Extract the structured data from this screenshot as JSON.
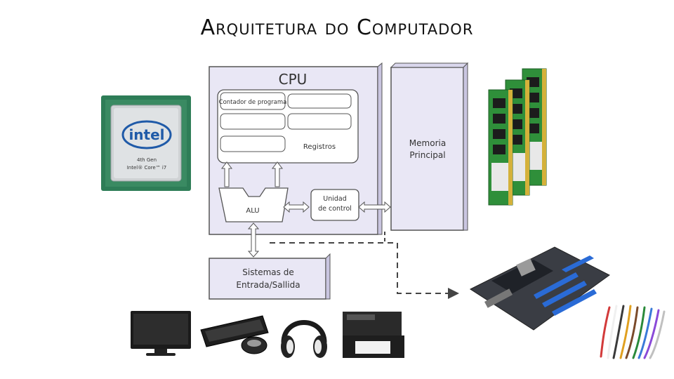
{
  "title": "Arquitetura do Computador",
  "cpu": {
    "label": "CPU",
    "program_counter": "Contador de programa",
    "registers": "Registros",
    "alu": "ALU",
    "control_unit": "Unidad de control"
  },
  "memory": {
    "label": "Memoria Principal"
  },
  "io": {
    "label": "Sistemas de Entrada/Sallida"
  },
  "chip": {
    "brand": "intel",
    "line1": "4th Gen",
    "line2": "Intel® Core™ i7"
  },
  "colors": {
    "panel": "#e8e6f4",
    "panel_side": "#c9c5e0",
    "stroke": "#555555",
    "chip_green": "#2e7d57",
    "ram_green": "#2f8f3a"
  },
  "icons": [
    "cpu-chip-image",
    "ram-modules-image",
    "motherboard-image",
    "monitor-image",
    "keyboard-image",
    "mouse-image",
    "headphones-image",
    "printer-image",
    "cables-image"
  ]
}
